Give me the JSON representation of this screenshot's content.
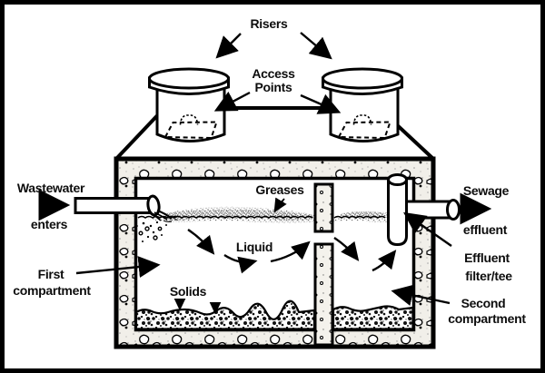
{
  "figure": {
    "type": "diagram",
    "subject": "Septic tank cross-section with two compartments",
    "colors": {
      "ink": "#000000",
      "paper": "#ffffff",
      "stipple_gray": "#8a8a8a"
    }
  },
  "labels": {
    "risers": "Risers",
    "access_points": [
      "Access",
      "Points"
    ],
    "wastewater": [
      "Wastewater",
      "enters"
    ],
    "greases": "Greases",
    "liquid": "Liquid",
    "solids": "Solids",
    "first_compartment": [
      "First",
      "compartment"
    ],
    "sewage_effluent": [
      "Sewage",
      "effluent"
    ],
    "effluent_filter_tee": [
      "Effluent",
      "filter/tee"
    ],
    "second_compartment": [
      "Second",
      "compartment"
    ]
  }
}
